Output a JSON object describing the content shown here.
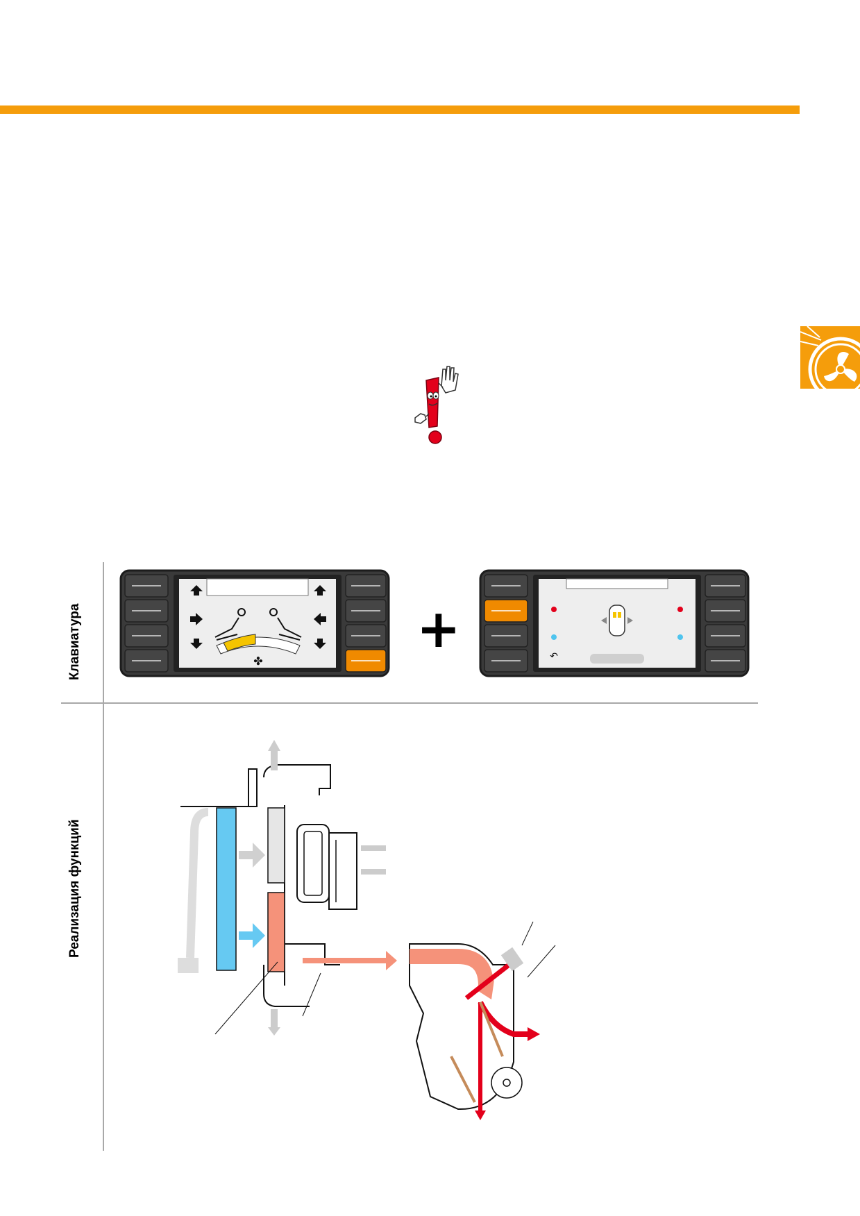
{
  "header": {
    "accent_color": "#f59d0b"
  },
  "side_tab": {
    "icon": "fan-icon",
    "color": "#f59d0b"
  },
  "warning": {
    "icon": "exclamation-mascot-icon",
    "color": "#e3001b"
  },
  "rows": [
    {
      "label": "Клавиатура"
    },
    {
      "label": "Реализация функций"
    }
  ],
  "keyboard": {
    "combine_symbol": "+",
    "panels": [
      {
        "name": "climate-control-panel",
        "active_button": "right-4",
        "active_color": "#f08a00"
      },
      {
        "name": "seat-heating-panel",
        "active_button": "left-2",
        "active_color": "#f08a00"
      }
    ]
  },
  "diagram": {
    "cold_air_color": "#66c9f2",
    "warm_air_color": "#f5927a",
    "hot_air_color": "#e3001b"
  }
}
